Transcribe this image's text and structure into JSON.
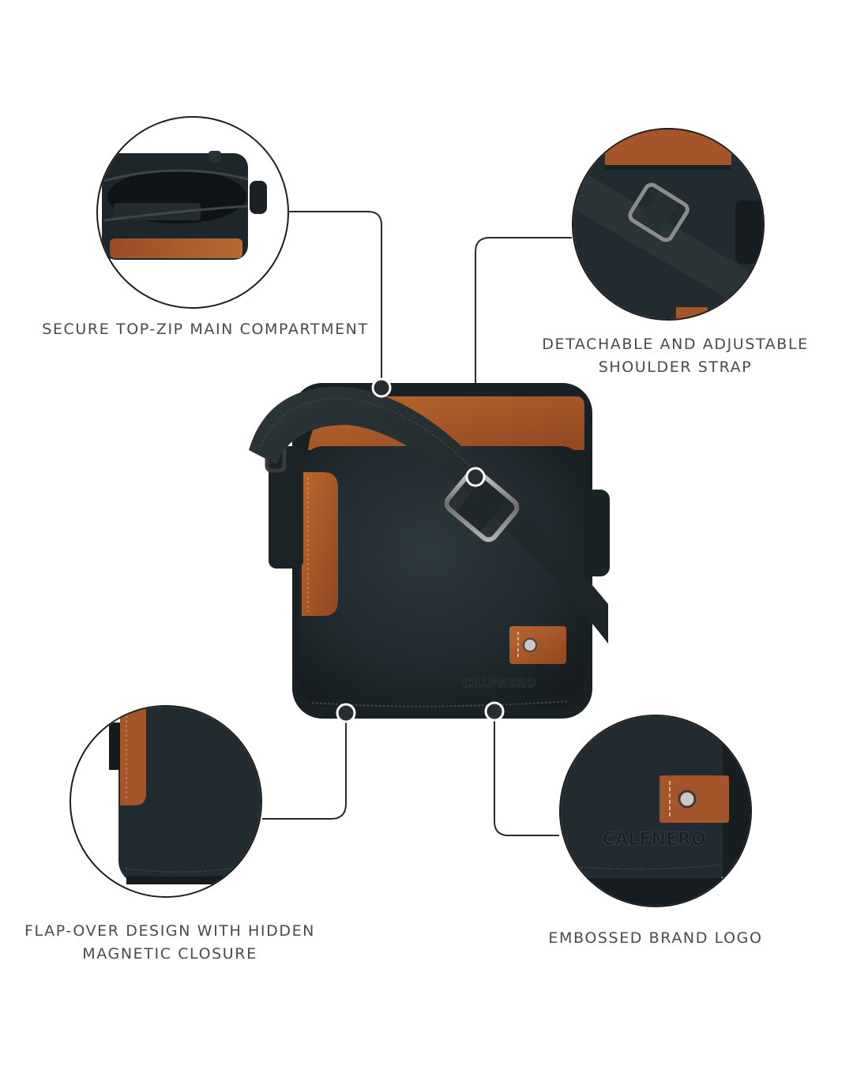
{
  "features": [
    {
      "id": "top-zip",
      "label_lines": [
        "SECURE TOP-ZIP MAIN COMPARTMENT"
      ],
      "circle_content": "open-zip-interior"
    },
    {
      "id": "strap",
      "label_lines": [
        "DETACHABLE AND ADJUSTABLE",
        "SHOULDER STRAP"
      ],
      "circle_content": "strap-buckle-closeup"
    },
    {
      "id": "flap",
      "label_lines": [
        "FLAP-OVER DESIGN WITH HIDDEN",
        "MAGNETIC CLOSURE"
      ],
      "circle_content": "flap-corner-closeup"
    },
    {
      "id": "logo",
      "label_lines": [
        "EMBOSSED BRAND LOGO"
      ],
      "circle_content": "logo-tab-closeup"
    }
  ],
  "product": {
    "brand_emboss": "CALFNERO",
    "colors": {
      "leather_dark": "#232c30",
      "leather_tan": "#a4552a",
      "connector": "#2a2a2a",
      "label_text": "#4a4a4a",
      "background": "#ffffff"
    }
  }
}
